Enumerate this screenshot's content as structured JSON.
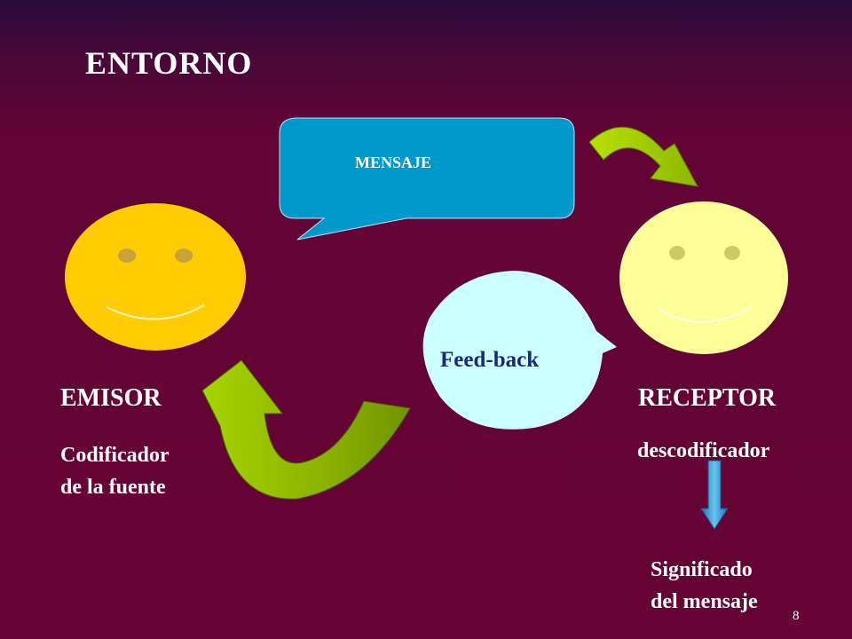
{
  "slide": {
    "title": "ENTORNO",
    "page_number": "8"
  },
  "sender": {
    "label": "EMISOR",
    "description_line1": "Codificador",
    "description_line2": "de la fuente",
    "face_color": "#ffcc00"
  },
  "receiver": {
    "label": "RECEPTOR",
    "description": "descodificador",
    "face_color": "#ffff99"
  },
  "message_bubble": {
    "text": "MENSAJE",
    "color": "#0099cc"
  },
  "feedback_bubble": {
    "text": "Feed-back",
    "color": "#ccffff"
  },
  "result": {
    "line1": "Significado",
    "line2": "del mensaje"
  },
  "colors": {
    "background": "#650334",
    "arrow_green": "#99cc00",
    "arrow_blue": "#3399cc"
  }
}
